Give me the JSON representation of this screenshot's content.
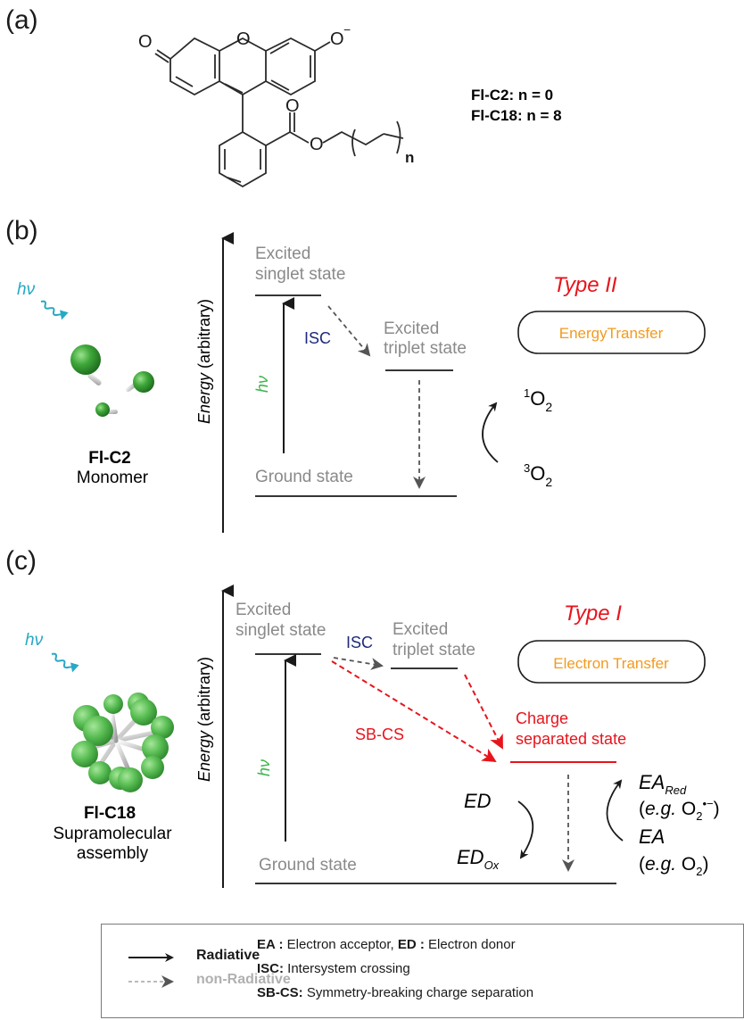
{
  "panels": {
    "a": {
      "label": "(a)",
      "structure": {
        "atoms": {
          "carbonyl_o": "O",
          "ring_o": "O",
          "phenoxide_o": "O",
          "charge": "−",
          "ester_carbonyl_o": "O",
          "ester_o": "O",
          "repeat_n": "n"
        }
      },
      "variants": [
        {
          "name": "Fl-C2",
          "text": "Fl-C2: n = 0"
        },
        {
          "name": "Fl-C18",
          "text": "Fl-C18: n = 8"
        }
      ]
    },
    "b": {
      "label": "(b)",
      "hv_light": "hν",
      "compound_name": "Fl-C2",
      "compound_form": "Monomer",
      "axis_label_italic": "Energy",
      "axis_label_rest": " (arbitrary)",
      "singlet_line1": "Excited",
      "singlet_line2": "singlet state",
      "triplet_line1": "Excited",
      "triplet_line2": "triplet state",
      "ground": "Ground state",
      "isc": "ISC",
      "hv_excite": "hν",
      "type": "Type II",
      "mechanism": "EnergyTransfer",
      "singlet_o2_sup": "1",
      "triplet_o2_sup": "3",
      "o2": "O",
      "o2_sub": "2"
    },
    "c": {
      "label": "(c)",
      "hv_light": "hν",
      "compound_name": "Fl-C18",
      "compound_form_line1": "Supramolecular",
      "compound_form_line2": "assembly",
      "axis_label_italic": "Energy",
      "axis_label_rest": " (arbitrary)",
      "singlet_line1": "Excited",
      "singlet_line2": "singlet state",
      "triplet_line1": "Excited",
      "triplet_line2": "triplet state",
      "ground": "Ground state",
      "isc": "ISC",
      "sbcs": "SB-CS",
      "hv_excite": "hν",
      "cs_line1": "Charge",
      "cs_line2": "separated state",
      "type": "Type I",
      "mechanism": "Electron Transfer",
      "ed": "ED",
      "ed_ox": "ED",
      "ed_ox_sub": "Ox",
      "ea_red": "EA",
      "ea_red_sub": "Red",
      "ea_red_example_pre": "(",
      "ea_red_example_eg": "e.g.",
      "ea_red_example_species": " O",
      "ea_red_example_sub": "2",
      "ea_red_example_sup": "•−",
      "ea_red_example_post": ")",
      "ea": "EA",
      "ea_example_pre": "(",
      "ea_example_eg": "e.g.",
      "ea_example_species": " O",
      "ea_example_sub": "2",
      "ea_example_post": ")"
    }
  },
  "colors": {
    "type_label": "#e8141c",
    "mechanism": "#f39a1e",
    "isc": "#1e2a7a",
    "hv_excite": "#3bb54a",
    "hv_light": "#27a9c4",
    "state_text": "#8a8a8a",
    "charge_separated": "#e8141c"
  },
  "legend": {
    "radiative": "Radiative",
    "non_radiative": "non-Radiative",
    "defs": [
      {
        "term": "EA :",
        "desc": " Electron acceptor, ",
        "term2": "ED :",
        "desc2": " Electron donor"
      },
      {
        "term": "ISC:",
        "desc": " Intersystem crossing"
      },
      {
        "term": "SB-CS:",
        "desc": " Symmetry-breaking charge separation"
      }
    ]
  }
}
